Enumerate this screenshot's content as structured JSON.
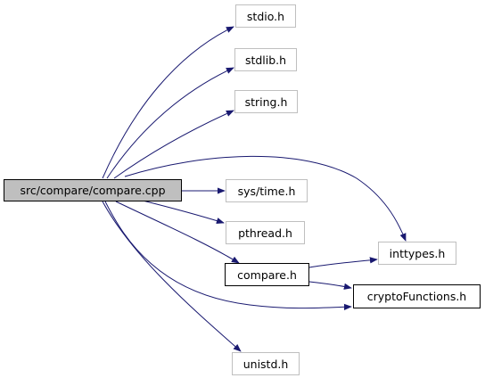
{
  "diagram": {
    "edge_color": "#191970",
    "nodes": {
      "compare_cpp": "src/compare/compare.cpp",
      "stdio": "stdio.h",
      "stdlib": "stdlib.h",
      "string": "string.h",
      "systime": "sys/time.h",
      "pthread": "pthread.h",
      "compare_h": "compare.h",
      "inttypes": "inttypes.h",
      "crypto": "cryptoFunctions.h",
      "unistd": "unistd.h"
    },
    "edges": [
      [
        "compare_cpp",
        "stdio"
      ],
      [
        "compare_cpp",
        "stdlib"
      ],
      [
        "compare_cpp",
        "string"
      ],
      [
        "compare_cpp",
        "inttypes"
      ],
      [
        "compare_cpp",
        "systime"
      ],
      [
        "compare_cpp",
        "pthread"
      ],
      [
        "compare_cpp",
        "compare_h"
      ],
      [
        "compare_cpp",
        "crypto"
      ],
      [
        "compare_cpp",
        "unistd"
      ],
      [
        "compare_h",
        "inttypes"
      ],
      [
        "compare_h",
        "crypto"
      ]
    ]
  }
}
